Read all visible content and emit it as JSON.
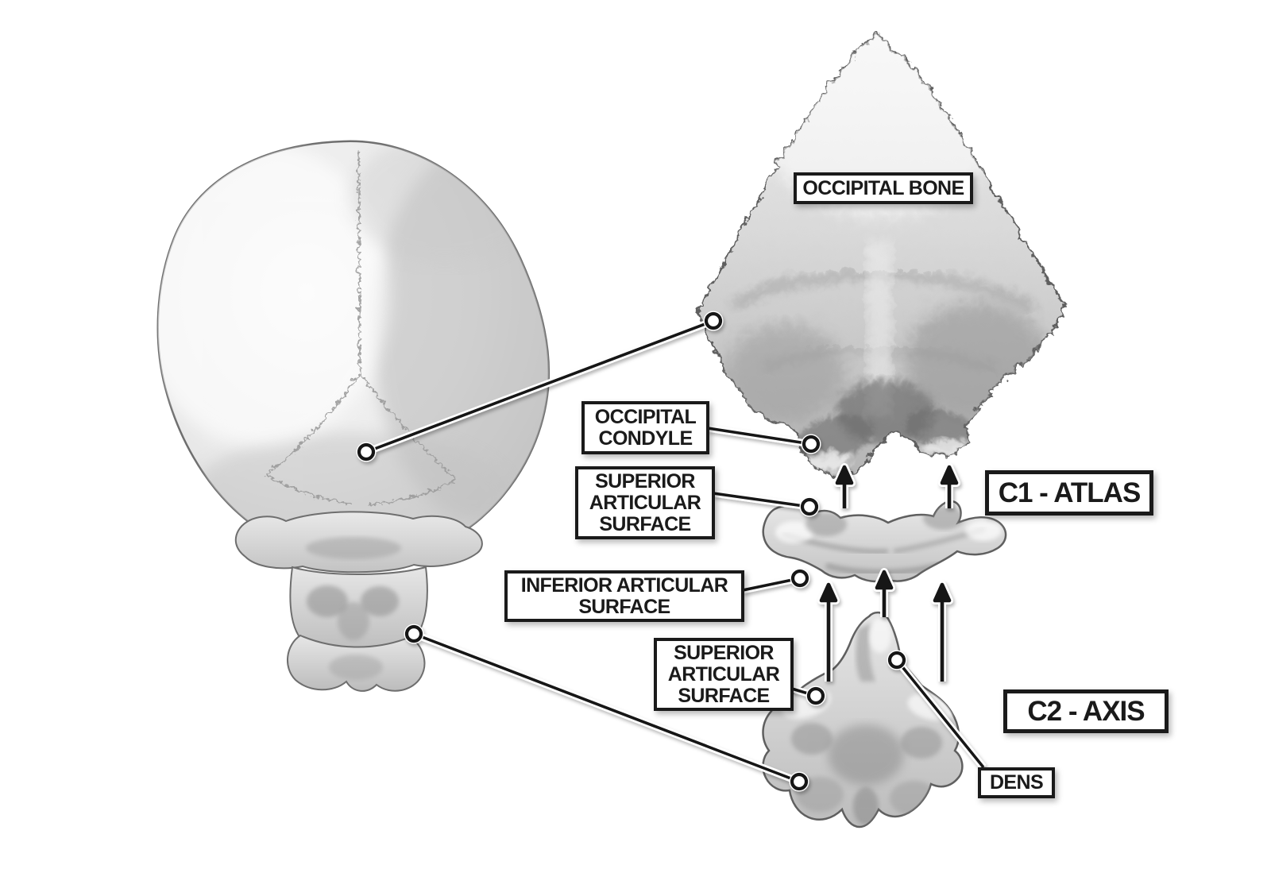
{
  "diagram": {
    "labels": {
      "occipital_bone": {
        "lines": [
          "OCCIPITAL BONE"
        ]
      },
      "occipital_condyle": {
        "lines": [
          "OCCIPITAL",
          "CONDYLE"
        ]
      },
      "superior_articular_surface_c1": {
        "lines": [
          "SUPERIOR",
          "ARTICULAR",
          "SURFACE"
        ]
      },
      "c1_atlas": {
        "lines": [
          "C1 - ATLAS"
        ]
      },
      "inferior_articular_surface": {
        "lines": [
          "INFERIOR ARTICULAR",
          "SURFACE"
        ]
      },
      "superior_articular_surface_c2": {
        "lines": [
          "SUPERIOR",
          "ARTICULAR",
          "SURFACE"
        ]
      },
      "c2_axis": {
        "lines": [
          "C2 - AXIS"
        ]
      },
      "dens": {
        "lines": [
          "DENS"
        ]
      }
    },
    "icons": {
      "articulation_arrow": "up-arrow-icon",
      "leader_endpoint": "circle-dot-icon"
    },
    "colors": {
      "background": "#ffffff",
      "label_background": "#ffffff",
      "label_border": "#1a1a1a",
      "label_text": "#1a1a1a",
      "leader_line": "#141414",
      "arrow": "#141414",
      "bone_light": "#f3f3f3",
      "bone_mid": "#cfcfcf",
      "bone_dark": "#8f8f8f"
    }
  }
}
